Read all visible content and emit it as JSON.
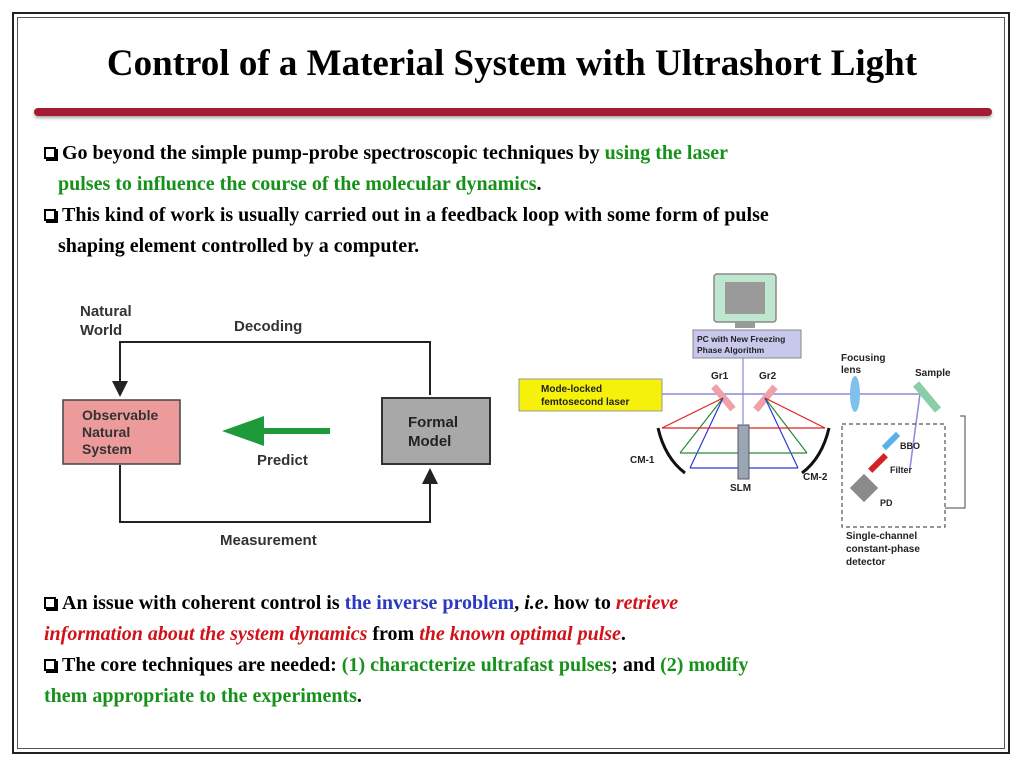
{
  "slide": {
    "title": "Control of a Material System with Ultrashort Light"
  },
  "bullets_top": [
    {
      "seg1": "Go beyond the simple pump-probe spectroscopic techniques by ",
      "seg2_green": "using the laser",
      "seg3_green": "pulses to influence the course of the molecular dynamics",
      "seg4": "."
    },
    {
      "line1": "This kind of work is usually carried out in a feedback loop with some form of pulse",
      "line2": "shaping element controlled by a computer."
    }
  ],
  "loop_diagram": {
    "natural_world_line1": "Natural",
    "natural_world_line2": "World",
    "decoding": "Decoding",
    "observable_line1": "Observable",
    "observable_line2": "Natural",
    "observable_line3": "System",
    "formal_line1": "Formal",
    "formal_line2": "Model",
    "predict": "Predict",
    "measurement": "Measurement",
    "colors": {
      "observable_fill": "#ec9a9a",
      "formal_fill": "#a8a8a8",
      "predict_arrow": "#1e9a3a"
    }
  },
  "setup_diagram": {
    "pc_line1": "PC with New Freezing",
    "pc_line2": "Phase Algorithm",
    "laser_line1": "Mode-locked",
    "laser_line2": "femtosecond laser",
    "gr1": "Gr1",
    "gr2": "Gr2",
    "focusing_line1": "Focusing",
    "focusing_line2": "lens",
    "sample": "Sample",
    "bbo": "BBO",
    "filter": "Filter",
    "pd": "PD",
    "cm1": "CM-1",
    "cm2": "CM-2",
    "slm": "SLM",
    "detector_line1": "Single-channel",
    "detector_line2": "constant-phase",
    "detector_line3": "detector",
    "colors": {
      "laser_fill": "#f5f10a",
      "pc_box_fill": "#c8c8ec",
      "monitor_fill": "#bfe6cf"
    }
  },
  "bullets_bottom": [
    {
      "seg1": "An issue with coherent control is ",
      "seg2_blue": "the inverse problem",
      "seg3": ", ",
      "seg4_it": "i.e",
      "seg5": ". how to ",
      "seg6_red": "retrieve",
      "seg7_red": "information about the system dynamics",
      "seg8": " from ",
      "seg9_red": "the known optimal pulse",
      "seg10": "."
    },
    {
      "seg1": "The core techniques are needed: ",
      "seg2_green": "(1) characterize ultrafast pulses",
      "seg3": "; and ",
      "seg4_green": "(2) modify",
      "seg5_green": "them appropriate to the experiments",
      "seg6": "."
    }
  ]
}
